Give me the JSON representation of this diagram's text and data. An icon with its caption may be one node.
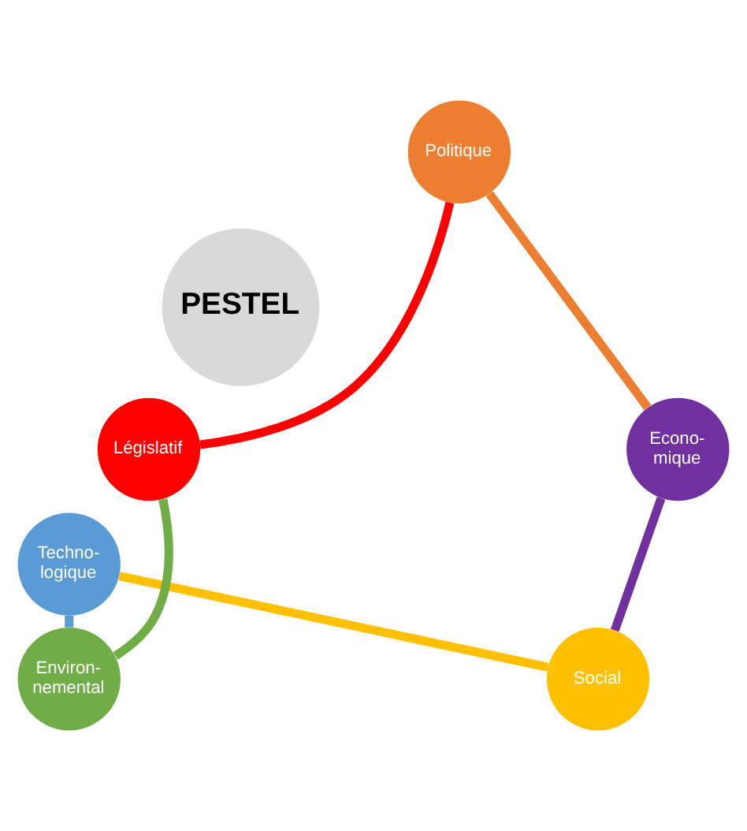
{
  "diagram": {
    "nodes": [
      {
        "text": [
          "PESTEL"
        ]
      },
      {
        "text": [
          "Politique"
        ]
      },
      {
        "text": [
          "Econo- mique"
        ]
      },
      {
        "text": [
          "Social"
        ]
      },
      {
        "text": [
          "Techno- logique"
        ]
      },
      {
        "text": [
          "Environ- nemental"
        ]
      },
      {
        "text": [
          "Législatif"
        ]
      }
    ],
    "edges": [
      {
        "from": 1,
        "to": 2,
        "arrow": "none",
        "color": "#ed7d31"
      },
      {
        "from": 2,
        "to": 3,
        "arrow": "none",
        "color": "#7030a0"
      },
      {
        "from": 3,
        "to": 4,
        "arrow": "none",
        "color": "#ffc000"
      },
      {
        "from": 4,
        "to": 5,
        "arrow": "none",
        "color": "#5b9bd5"
      },
      {
        "from": 5,
        "to": 6,
        "arrow": "none",
        "color": "#70ad47"
      },
      {
        "from": 6,
        "to": 1,
        "arrow": "none",
        "color": "#ff0000"
      }
    ]
  }
}
